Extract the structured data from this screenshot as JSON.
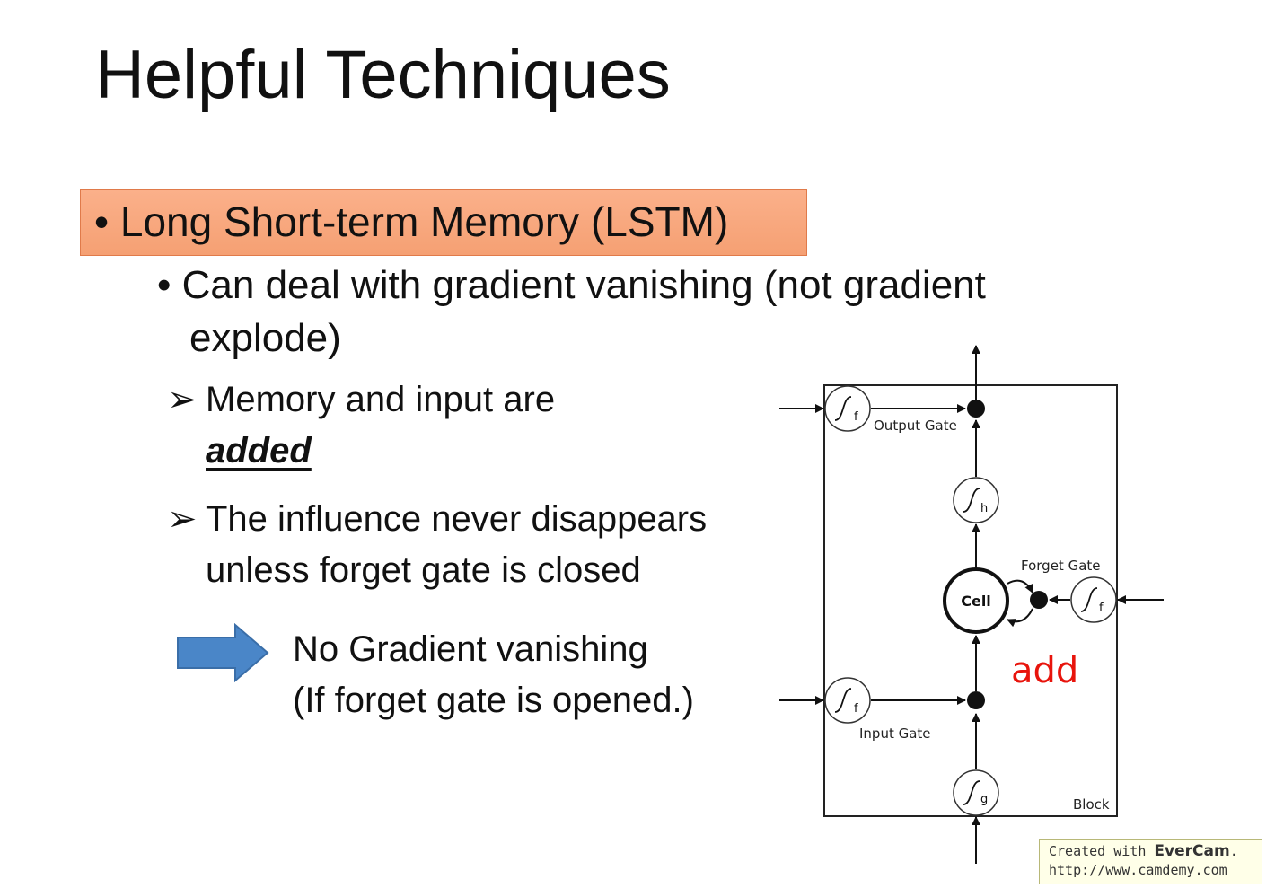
{
  "slide": {
    "title": "Helpful Techniques",
    "bullet1": "Long Short-term Memory (LSTM)",
    "bullet2_line1": "Can deal with gradient vanishing (not gradient",
    "bullet2_line2": "explode)",
    "point1_line1": "Memory and input are",
    "point1_emph": "added",
    "point2_line1": "The influence never disappears",
    "point2_line2": "unless forget gate is closed",
    "conclusion_line1": "No Gradient vanishing",
    "conclusion_line2": "(If forget gate is opened.)"
  },
  "diagram": {
    "output_gate": "Output Gate",
    "forget_gate": "Forget Gate",
    "input_gate": "Input Gate",
    "cell": "Cell",
    "block": "Block",
    "add_note": "add",
    "f_sub": "f",
    "h_sub": "h",
    "g_sub": "g"
  },
  "watermark": {
    "prefix": "Created with ",
    "brand": "EverCam",
    "suffix": ".",
    "url": "http://www.camdemy.com"
  },
  "colors": {
    "highlight": "#f5a073",
    "arrow": "#4a86c8",
    "add_note": "#e8140c"
  }
}
